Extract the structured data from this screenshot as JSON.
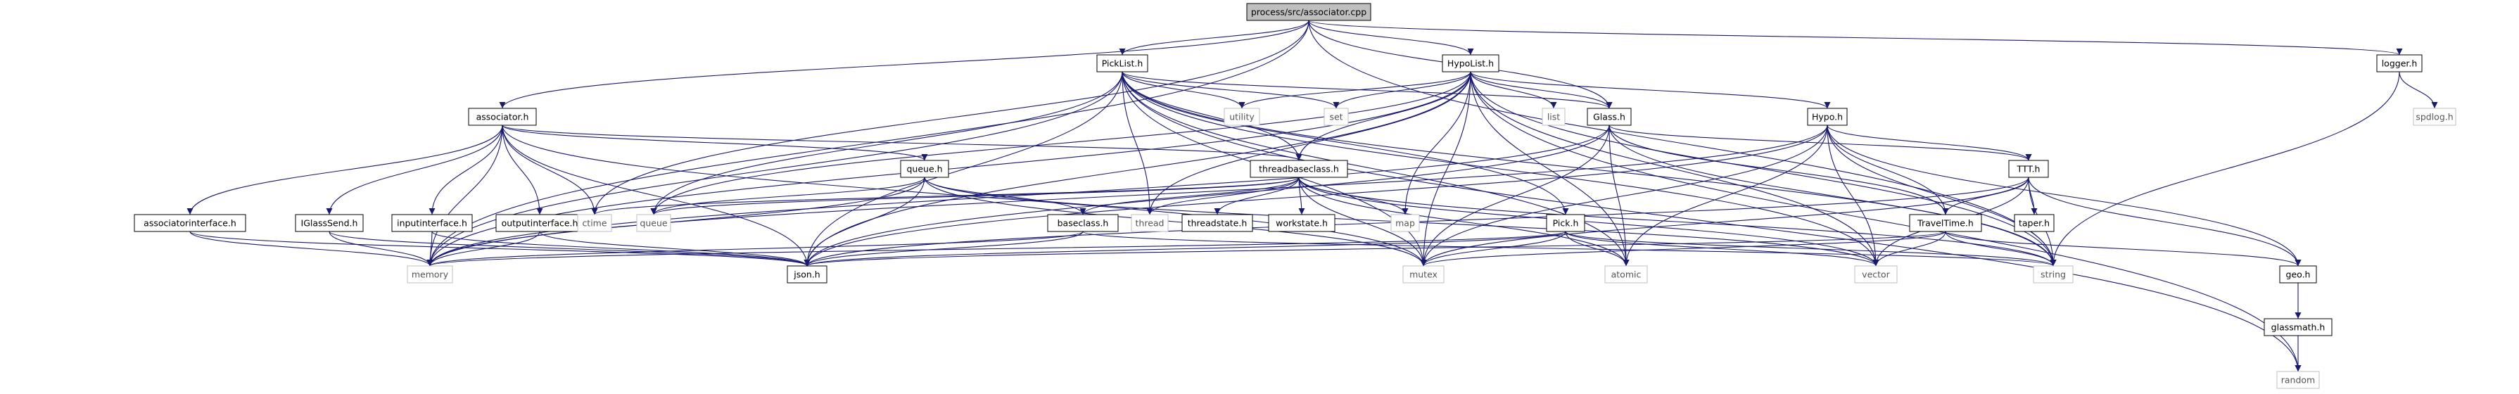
{
  "colors": {
    "root_fill": "#bfbfbf",
    "linked_stroke": "#000000",
    "system_stroke": "#bfbfbf",
    "system_text": "#555555",
    "edge": "#191970"
  },
  "nodes": [
    {
      "id": "root",
      "label": "process/src/associator.cpp",
      "kind": "root"
    },
    {
      "id": "picklist",
      "label": "PickList.h",
      "kind": "linked"
    },
    {
      "id": "hypolist",
      "label": "HypoList.h",
      "kind": "linked"
    },
    {
      "id": "logger",
      "label": "logger.h",
      "kind": "linked"
    },
    {
      "id": "associator",
      "label": "associator.h",
      "kind": "linked"
    },
    {
      "id": "glass",
      "label": "Glass.h",
      "kind": "linked"
    },
    {
      "id": "hypo",
      "label": "Hypo.h",
      "kind": "linked"
    },
    {
      "id": "utility",
      "label": "utility",
      "kind": "system"
    },
    {
      "id": "set",
      "label": "set",
      "kind": "system"
    },
    {
      "id": "list",
      "label": "list",
      "kind": "system"
    },
    {
      "id": "spdlog",
      "label": "spdlog.h",
      "kind": "system"
    },
    {
      "id": "threadbase",
      "label": "threadbaseclass.h",
      "kind": "linked"
    },
    {
      "id": "queueh",
      "label": "queue.h",
      "kind": "linked"
    },
    {
      "id": "ttt",
      "label": "TTT.h",
      "kind": "linked"
    },
    {
      "id": "assocint",
      "label": "associatorinterface.h",
      "kind": "linked"
    },
    {
      "id": "iglass",
      "label": "IGlassSend.h",
      "kind": "linked"
    },
    {
      "id": "inputint",
      "label": "inputinterface.h",
      "kind": "linked"
    },
    {
      "id": "outputint",
      "label": "outputinterface.h",
      "kind": "linked"
    },
    {
      "id": "ctime",
      "label": "ctime",
      "kind": "system"
    },
    {
      "id": "queue",
      "label": "queue",
      "kind": "system"
    },
    {
      "id": "baseclass",
      "label": "baseclass.h",
      "kind": "linked"
    },
    {
      "id": "thread",
      "label": "thread",
      "kind": "system"
    },
    {
      "id": "threadstate",
      "label": "threadstate.h",
      "kind": "linked"
    },
    {
      "id": "workstate",
      "label": "workstate.h",
      "kind": "linked"
    },
    {
      "id": "map",
      "label": "map",
      "kind": "system"
    },
    {
      "id": "pick",
      "label": "Pick.h",
      "kind": "linked"
    },
    {
      "id": "traveltime",
      "label": "TravelTime.h",
      "kind": "linked"
    },
    {
      "id": "taper",
      "label": "taper.h",
      "kind": "linked"
    },
    {
      "id": "memory",
      "label": "memory",
      "kind": "system"
    },
    {
      "id": "json",
      "label": "json.h",
      "kind": "linked"
    },
    {
      "id": "mutex",
      "label": "mutex",
      "kind": "system"
    },
    {
      "id": "atomic",
      "label": "atomic",
      "kind": "system"
    },
    {
      "id": "vector",
      "label": "vector",
      "kind": "system"
    },
    {
      "id": "string",
      "label": "string",
      "kind": "system"
    },
    {
      "id": "geo",
      "label": "geo.h",
      "kind": "linked"
    },
    {
      "id": "glassmath",
      "label": "glassmath.h",
      "kind": "linked"
    },
    {
      "id": "random",
      "label": "random",
      "kind": "system"
    }
  ],
  "edges": [
    [
      "root",
      "picklist"
    ],
    [
      "root",
      "hypolist"
    ],
    [
      "root",
      "logger"
    ],
    [
      "root",
      "associator"
    ],
    [
      "root",
      "glass"
    ],
    [
      "root",
      "memory"
    ],
    [
      "root",
      "ctime"
    ],
    [
      "root",
      "string"
    ],
    [
      "logger",
      "spdlog"
    ],
    [
      "logger",
      "string"
    ],
    [
      "picklist",
      "utility"
    ],
    [
      "picklist",
      "set"
    ],
    [
      "picklist",
      "glass"
    ],
    [
      "picklist",
      "threadbase"
    ],
    [
      "picklist",
      "queue"
    ],
    [
      "picklist",
      "memory"
    ],
    [
      "picklist",
      "json"
    ],
    [
      "picklist",
      "mutex"
    ],
    [
      "picklist",
      "thread"
    ],
    [
      "picklist",
      "pick"
    ],
    [
      "picklist",
      "vector"
    ],
    [
      "picklist",
      "string"
    ],
    [
      "picklist",
      "atomic"
    ],
    [
      "picklist",
      "random"
    ],
    [
      "hypolist",
      "utility"
    ],
    [
      "hypolist",
      "set"
    ],
    [
      "hypolist",
      "list"
    ],
    [
      "hypolist",
      "glass"
    ],
    [
      "hypolist",
      "hypo"
    ],
    [
      "hypolist",
      "threadbase"
    ],
    [
      "hypolist",
      "queue"
    ],
    [
      "hypolist",
      "memory"
    ],
    [
      "hypolist",
      "json"
    ],
    [
      "hypolist",
      "mutex"
    ],
    [
      "hypolist",
      "thread"
    ],
    [
      "hypolist",
      "map"
    ],
    [
      "hypolist",
      "vector"
    ],
    [
      "hypolist",
      "string"
    ],
    [
      "hypolist",
      "atomic"
    ],
    [
      "hypolist",
      "random"
    ],
    [
      "associator",
      "assocint"
    ],
    [
      "associator",
      "iglass"
    ],
    [
      "associator",
      "inputint"
    ],
    [
      "associator",
      "outputint"
    ],
    [
      "associator",
      "queueh"
    ],
    [
      "associator",
      "threadbase"
    ],
    [
      "associator",
      "ctime"
    ],
    [
      "associator",
      "memory"
    ],
    [
      "associator",
      "json"
    ],
    [
      "associator",
      "mutex"
    ],
    [
      "glass",
      "ttt"
    ],
    [
      "glass",
      "traveltime"
    ],
    [
      "glass",
      "memory"
    ],
    [
      "glass",
      "json"
    ],
    [
      "glass",
      "string"
    ],
    [
      "glass",
      "atomic"
    ],
    [
      "glass",
      "mutex"
    ],
    [
      "hypo",
      "ttt"
    ],
    [
      "hypo",
      "traveltime"
    ],
    [
      "hypo",
      "geo"
    ],
    [
      "hypo",
      "json"
    ],
    [
      "hypo",
      "memory"
    ],
    [
      "hypo",
      "mutex"
    ],
    [
      "hypo",
      "vector"
    ],
    [
      "hypo",
      "string"
    ],
    [
      "hypo",
      "atomic"
    ],
    [
      "threadbase",
      "baseclass"
    ],
    [
      "threadbase",
      "thread"
    ],
    [
      "threadbase",
      "threadstate"
    ],
    [
      "threadbase",
      "workstate"
    ],
    [
      "threadbase",
      "map"
    ],
    [
      "threadbase",
      "mutex"
    ],
    [
      "threadbase",
      "atomic"
    ],
    [
      "threadbase",
      "ctime"
    ],
    [
      "threadbase",
      "queue"
    ],
    [
      "threadbase",
      "vector"
    ],
    [
      "threadbase",
      "string"
    ],
    [
      "queueh",
      "baseclass"
    ],
    [
      "queueh",
      "json"
    ],
    [
      "queueh",
      "memory"
    ],
    [
      "queueh",
      "mutex"
    ],
    [
      "queueh",
      "queue"
    ],
    [
      "queueh",
      "vector"
    ],
    [
      "ttt",
      "traveltime"
    ],
    [
      "ttt",
      "taper"
    ],
    [
      "ttt",
      "geo"
    ],
    [
      "ttt",
      "json"
    ],
    [
      "ttt",
      "mutex"
    ],
    [
      "ttt",
      "vector"
    ],
    [
      "ttt",
      "string"
    ],
    [
      "traveltime",
      "json"
    ],
    [
      "traveltime",
      "geo"
    ],
    [
      "traveltime",
      "mutex"
    ],
    [
      "traveltime",
      "vector"
    ],
    [
      "traveltime",
      "string"
    ],
    [
      "pick",
      "json"
    ],
    [
      "pick",
      "memory"
    ],
    [
      "pick",
      "mutex"
    ],
    [
      "pick",
      "atomic"
    ],
    [
      "pick",
      "vector"
    ],
    [
      "pick",
      "string"
    ],
    [
      "baseclass",
      "json"
    ],
    [
      "baseclass",
      "memory"
    ],
    [
      "baseclass",
      "string"
    ],
    [
      "assocint",
      "memory"
    ],
    [
      "assocint",
      "json"
    ],
    [
      "iglass",
      "memory"
    ],
    [
      "iglass",
      "json"
    ],
    [
      "inputint",
      "memory"
    ],
    [
      "inputint",
      "json"
    ],
    [
      "outputint",
      "memory"
    ],
    [
      "outputint",
      "json"
    ],
    [
      "geo",
      "glassmath"
    ],
    [
      "glassmath",
      "random"
    ]
  ]
}
